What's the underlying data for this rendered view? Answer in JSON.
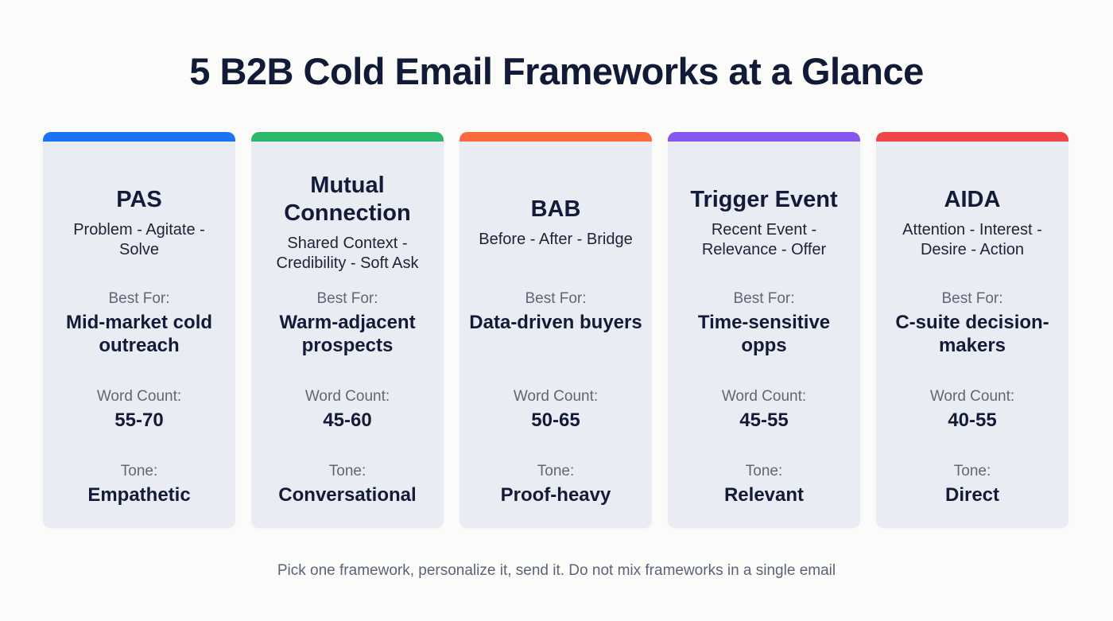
{
  "title": "5 B2B Cold Email Frameworks at a Glance",
  "labels": {
    "best_for": "Best For:",
    "word_count": "Word Count:",
    "tone": "Tone:"
  },
  "frameworks": [
    {
      "name": "PAS",
      "steps": "Problem - Agitate - Solve",
      "best_for": "Mid-market cold outreach",
      "word_count": "55-70",
      "tone": "Empathetic",
      "color": "#1a73f0"
    },
    {
      "name": "Mutual Connection",
      "steps": "Shared Context - Credibility - Soft Ask",
      "best_for": "Warm-adjacent prospects",
      "word_count": "45-60",
      "tone": "Conversational",
      "color": "#2cb86a"
    },
    {
      "name": "BAB",
      "steps": "Before - After - Bridge",
      "best_for": "Data-driven buyers",
      "word_count": "50-65",
      "tone": "Proof-heavy",
      "color": "#fb6a3c"
    },
    {
      "name": "Trigger Event",
      "steps": "Recent Event - Relevance - Offer",
      "best_for": "Time-sensitive opps",
      "word_count": "45-55",
      "tone": "Relevant",
      "color": "#8557ef"
    },
    {
      "name": "AIDA",
      "steps": "Attention - Interest - Desire - Action",
      "best_for": "C-suite decision-makers",
      "word_count": "40-55",
      "tone": "Direct",
      "color": "#ef4747"
    }
  ],
  "footer": "Pick one framework, personalize it, send it. Do not mix frameworks in a single email"
}
